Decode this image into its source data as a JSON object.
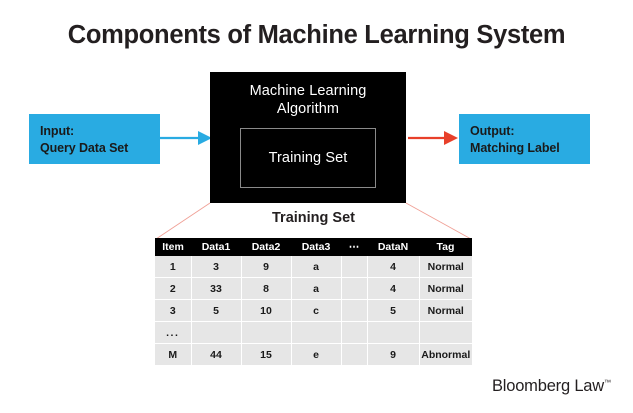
{
  "page": {
    "title": "Components of Machine Learning System",
    "background_color": "#ffffff"
  },
  "colors": {
    "accent_cyan": "#29abe2",
    "accent_red": "#ed1c24",
    "arrow_blue": "#29abe2",
    "arrow_red": "#e8402a",
    "connector_line": "#f0a096",
    "black": "#000000",
    "table_cell": "#e6e6e6",
    "tag_normal": "#00a651",
    "tag_abnormal": "#ed1c24"
  },
  "diagram": {
    "input_box": {
      "line1": "Input:",
      "line2": "Query Data Set"
    },
    "output_box": {
      "line1": "Output:",
      "line2": "Matching Label"
    },
    "algorithm_box": {
      "title_line1": "Machine Learning",
      "title_line2": "Algorithm",
      "inner_label": "Training Set"
    },
    "arrows": {
      "input_arrow_name": "arrow-right-icon",
      "output_arrow_name": "arrow-right-icon"
    }
  },
  "table": {
    "caption": "Training Set",
    "headers": [
      "Item",
      "Data1",
      "Data2",
      "Data3",
      "⋯",
      "DataN",
      "Tag"
    ],
    "rows": [
      {
        "cells": [
          "1",
          "3",
          "9",
          "a",
          "",
          "4",
          "Normal"
        ],
        "tag_state": "normal"
      },
      {
        "cells": [
          "2",
          "33",
          "8",
          "a",
          "",
          "4",
          "Normal"
        ],
        "tag_state": "normal"
      },
      {
        "cells": [
          "3",
          "5",
          "10",
          "c",
          "",
          "5",
          "Normal"
        ],
        "tag_state": "normal"
      },
      {
        "cells": [
          "...",
          "",
          "",
          "",
          "",
          "",
          ""
        ],
        "tag_state": "none"
      },
      {
        "cells": [
          "M",
          "44",
          "15",
          "e",
          "",
          "9",
          "Abnormal"
        ],
        "tag_state": "abnormal"
      }
    ]
  },
  "footer": {
    "logo_text": "Bloomberg Law",
    "logo_tm": "™"
  }
}
